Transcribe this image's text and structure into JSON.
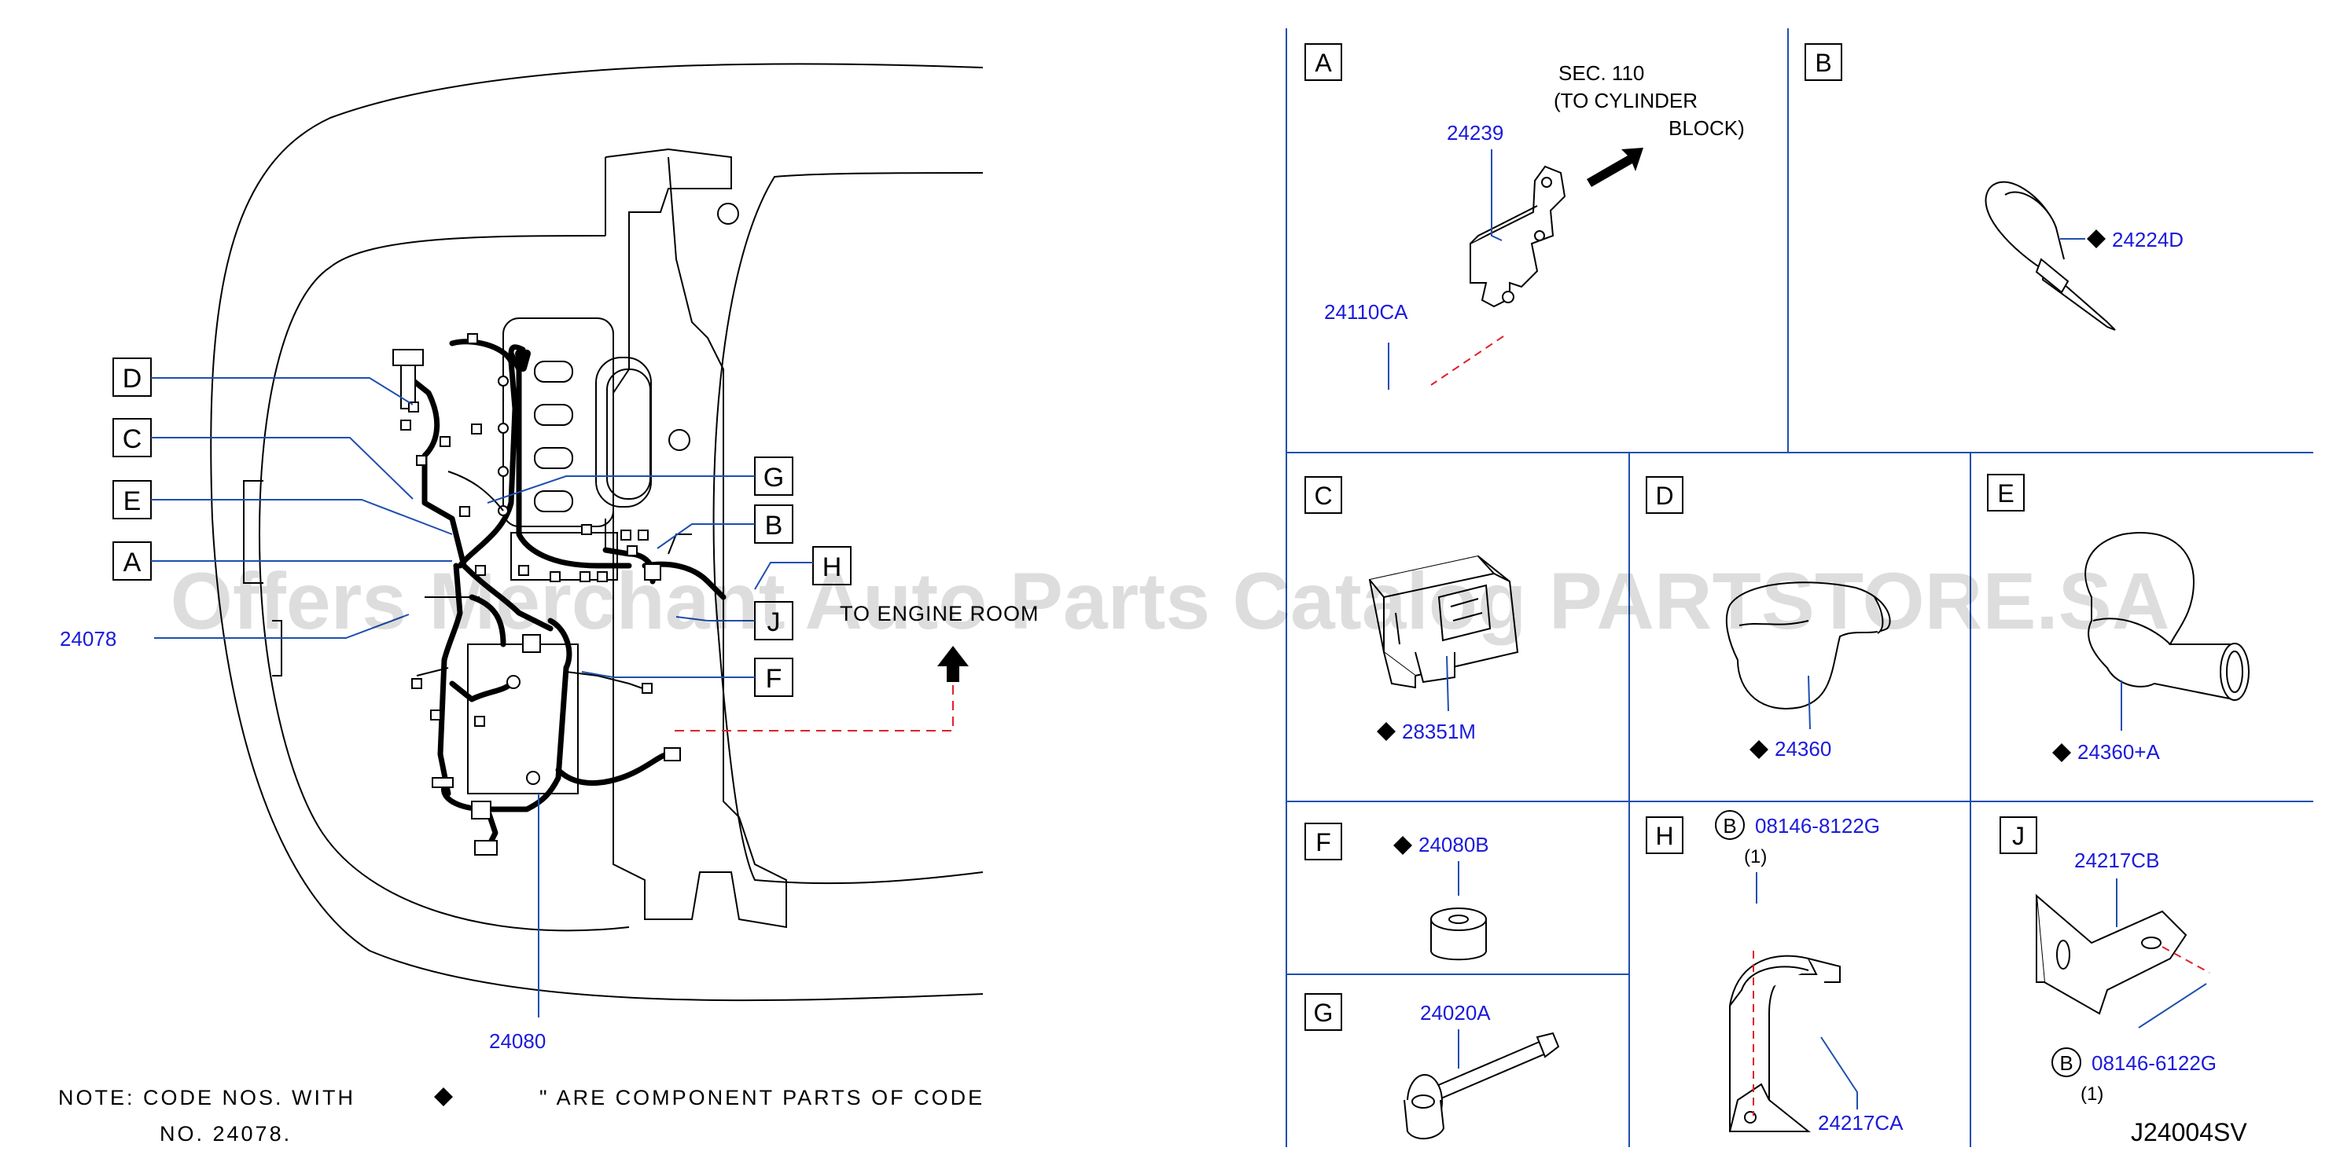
{
  "drawing_id": "J24004SV",
  "watermark": "Offers Merchant Auto Parts Catalog PARTSTORE.SA",
  "note": {
    "line1_a": "NOTE:  CODE  NOS.  WITH",
    "line1_b": "\"  ARE  COMPONENT  PARTS  OF  CODE",
    "line2": "NO.  24078."
  },
  "main_view": {
    "callouts": [
      "D",
      "C",
      "E",
      "A",
      "G",
      "B",
      "H",
      "J",
      "F"
    ],
    "part_24078": "24078",
    "part_24080": "24080",
    "to_engine_room": "TO  ENGINE  ROOM"
  },
  "panels": {
    "A": {
      "letter": "A",
      "sec_line1": "SEC.   110",
      "sec_line2": "(TO   CYLINDER",
      "sec_line3": "BLOCK)",
      "part1": "24239",
      "part2": "24110CA"
    },
    "B": {
      "letter": "B",
      "part1": "24224D"
    },
    "C": {
      "letter": "C",
      "part1": "28351M"
    },
    "D": {
      "letter": "D",
      "part1": "24360"
    },
    "E": {
      "letter": "E",
      "part1": "24360+A"
    },
    "F": {
      "letter": "F",
      "part1": "24080B"
    },
    "G": {
      "letter": "G",
      "part1": "24020A"
    },
    "H": {
      "letter": "H",
      "bolt_symbol": "B",
      "part1": "08146-8122G",
      "qty1": "(1)",
      "part2": "24217CA"
    },
    "J": {
      "letter": "J",
      "part1": "24217CB",
      "bolt_symbol": "B",
      "part2": "08146-6122G",
      "qty2": "(1)"
    }
  },
  "colors": {
    "part_number": "#1a1adc",
    "line": "#000000",
    "dashed_leader": "#e0202a"
  }
}
